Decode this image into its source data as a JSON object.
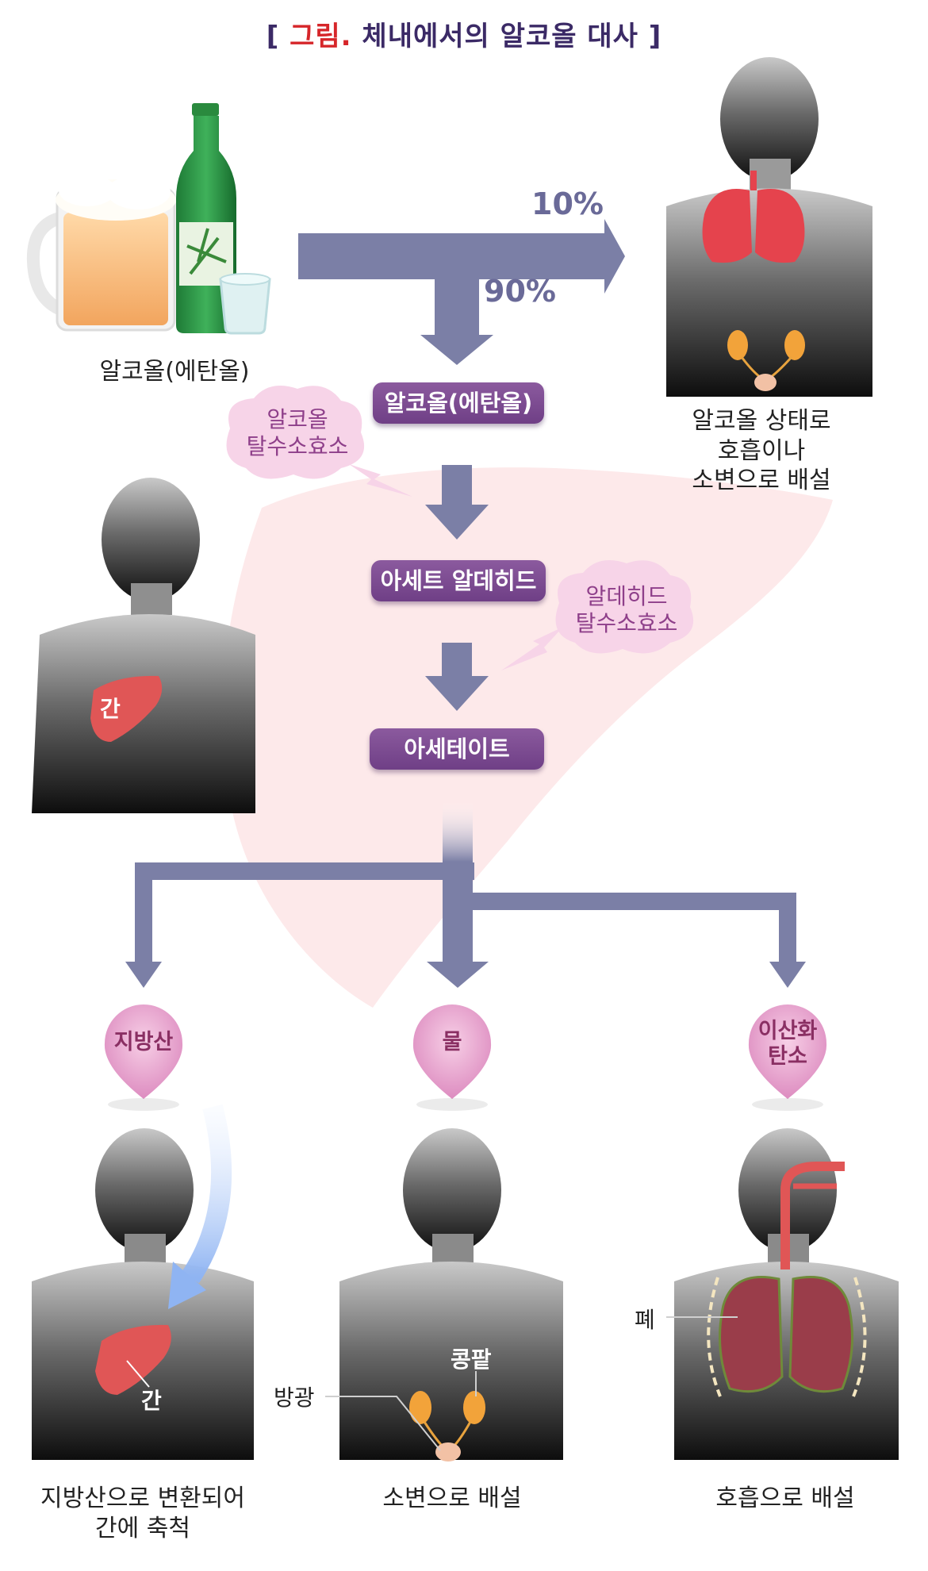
{
  "title": {
    "bracket_open": "[",
    "highlight": "그림.",
    "text": "체내에서의 알코올 대사",
    "bracket_close": "]"
  },
  "source_label": "알코올(에탄올)",
  "exhale_percent": "10%",
  "liver_percent": "90%",
  "exhale_caption": [
    "알코올 상태로",
    "호흡이나",
    "소변으로 배설"
  ],
  "steps": [
    "알코올(에탄올)",
    "아세트 알데히드",
    "아세테이트"
  ],
  "enzymes": [
    {
      "line1": "알코올",
      "line2": "탈수소효소"
    },
    {
      "line1": "알데히드",
      "line2": "탈수소효소"
    }
  ],
  "liver_label": "간",
  "products": [
    {
      "line1": "지방산",
      "line2": ""
    },
    {
      "line1": "물",
      "line2": ""
    },
    {
      "line1": "이산화",
      "line2": "탄소"
    }
  ],
  "bottom_organs": {
    "liver": "간",
    "bladder": "방광",
    "kidney": "콩팥",
    "lung": "폐"
  },
  "bottom_captions": [
    {
      "line1": "지방산으로 변환되어",
      "line2": "간에 축척"
    },
    {
      "line1": "소변으로 배설",
      "line2": ""
    },
    {
      "line1": "호흡으로 배설",
      "line2": ""
    }
  ],
  "colors": {
    "title": "#3b2a66",
    "title_highlight": "#d6262a",
    "arrow": "#7b7fa6",
    "pill": "#7a4a90",
    "percent": "#6a6a98",
    "cloud": "#f7d4e8",
    "drop": "#e7a3cf",
    "liver_bg": "#fcecec",
    "organ_red": "#e05656"
  }
}
